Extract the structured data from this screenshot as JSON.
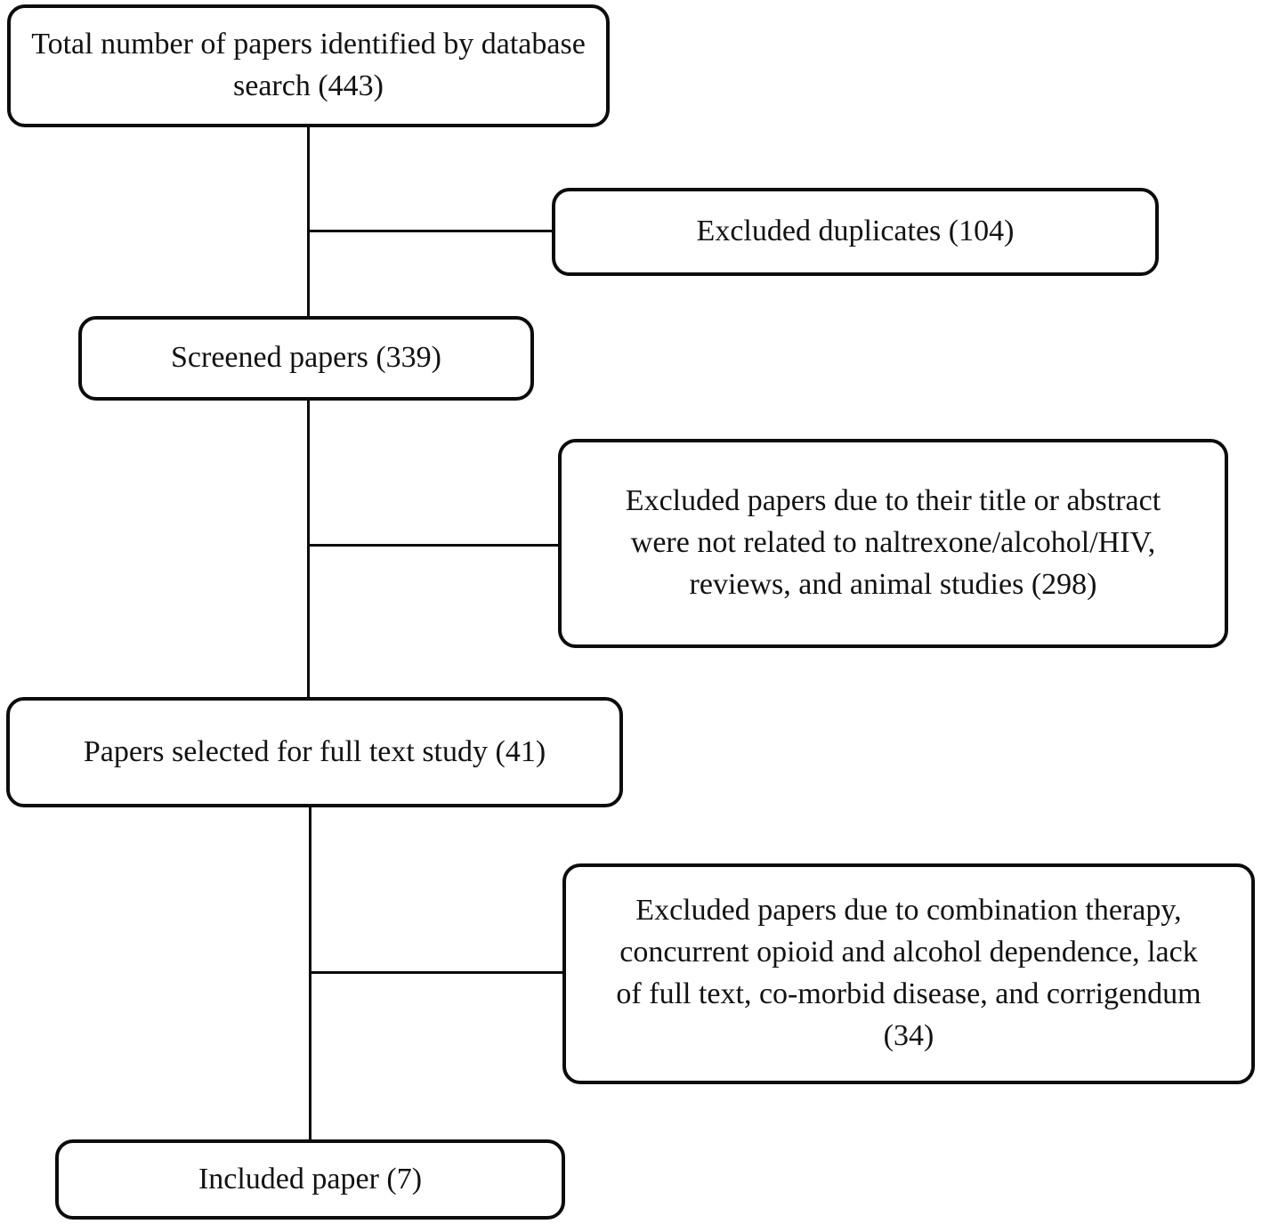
{
  "diagram": {
    "kind": "paper-screening-flowchart",
    "colors": {
      "background": "#ffffff",
      "border": "#0c0c0c",
      "text": "#121212"
    },
    "nodes": [
      {
        "id": "total-identified",
        "label": "Total number of papers identified by database search (443)",
        "count": 443
      },
      {
        "id": "excluded-duplicates",
        "label": "Excluded duplicates (104)",
        "count": 104
      },
      {
        "id": "screened-papers",
        "label": "Screened papers (339)",
        "count": 339
      },
      {
        "id": "excluded-title-abstract",
        "label": "Excluded papers due to their title or abstract were not related to naltrexone/alcohol/HIV, reviews, and animal studies (298)",
        "count": 298
      },
      {
        "id": "full-text-selected",
        "label": "Papers selected for full text study (41)",
        "count": 41
      },
      {
        "id": "excluded-full-text",
        "label": "Excluded papers due to combination therapy, concurrent opioid and alcohol dependence, lack of full text, co-morbid disease, and corrigendum (34)",
        "count": 34
      },
      {
        "id": "included-paper",
        "label": "Included paper (7)",
        "count": 7
      }
    ]
  }
}
